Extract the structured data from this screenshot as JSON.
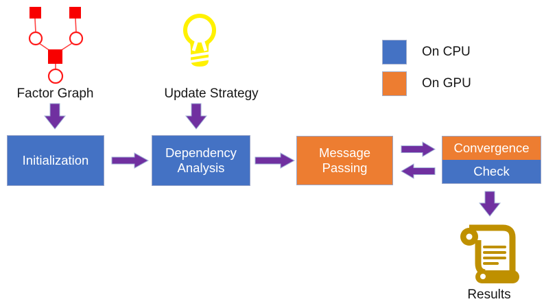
{
  "diagram": {
    "inputs": {
      "factor_graph": {
        "label": "Factor Graph",
        "icon": "factor-graph-icon"
      },
      "update_strategy": {
        "label": "Update Strategy",
        "icon": "lightbulb-icon"
      }
    },
    "legend": {
      "items": [
        {
          "label": "On CPU",
          "color": "#4472C4"
        },
        {
          "label": "On GPU",
          "color": "#ED7D31"
        }
      ]
    },
    "pipeline": {
      "initialization": {
        "label": "Initialization",
        "device": "CPU"
      },
      "dependency_analysis": {
        "label": "Dependency Analysis",
        "device": "CPU"
      },
      "message_passing": {
        "label": "Message Passing",
        "device": "GPU"
      },
      "convergence_check": {
        "label_top": "Convergence",
        "label_bottom": "Check",
        "device_top": "GPU",
        "device_bottom": "CPU"
      }
    },
    "output": {
      "results": {
        "label": "Results",
        "icon": "scroll-icon"
      }
    },
    "colors": {
      "cpu_blue": "#4472C4",
      "gpu_orange": "#ED7D31",
      "arrow_purple": "#7030A0",
      "factor_graph_red": "#F80000",
      "bulb_yellow": "#FFF100",
      "scroll_gold": "#BF9000"
    }
  }
}
